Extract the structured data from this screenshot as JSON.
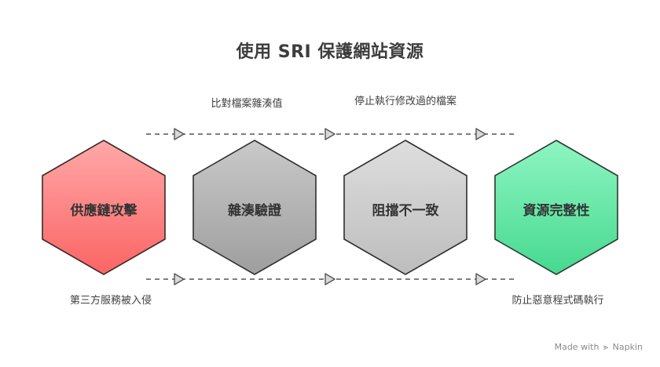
{
  "title": "使用 SRI 保護網站資源",
  "steps": [
    {
      "label": "供應鏈攻擊",
      "fill_top": "#ffa8a8",
      "fill_bottom": "#fb6464",
      "stroke": "#3a2a2a"
    },
    {
      "label": "雜湊驗證",
      "fill_top": "#c9c9c9",
      "fill_bottom": "#9e9e9e",
      "stroke": "#2f2f2f"
    },
    {
      "label": "阻擋不一致",
      "fill_top": "#dedede",
      "fill_bottom": "#bdbdbd",
      "stroke": "#2f2f2f"
    },
    {
      "label": "資源完整性",
      "fill_top": "#8ef5c2",
      "fill_bottom": "#46d98f",
      "stroke": "#2a3a30"
    }
  ],
  "annotations": {
    "top_1": "比對檔案雜湊值",
    "top_2": "停止執行修改過的檔案",
    "bottom_1": "第三方服務被入侵",
    "bottom_2": "防止惡意程式碼執行"
  },
  "brand": {
    "made_with": "Made with",
    "name": "Napkin",
    "icon": "napkin-logo-icon"
  }
}
